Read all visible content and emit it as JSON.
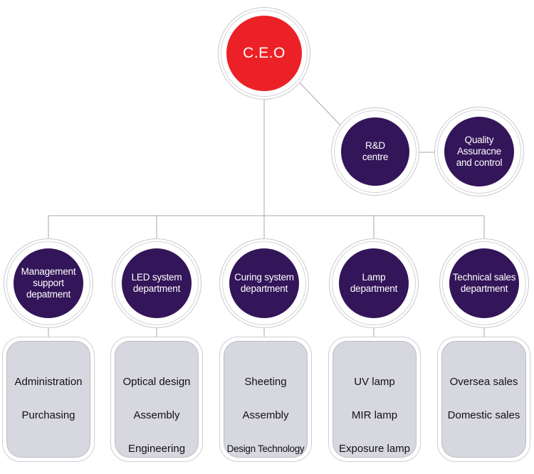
{
  "ceo": {
    "label": "C.E.O"
  },
  "rd": {
    "label": "R&D\ncentre"
  },
  "quality": {
    "label": "Quality\nAssuracne\nand control"
  },
  "departments": [
    {
      "key": "management",
      "label": "Management\nsupport\ndepatment",
      "items": [
        "Administration",
        "Purchasing"
      ]
    },
    {
      "key": "led",
      "label": "LED system\ndepartment",
      "items": [
        "Optical design",
        "Assembly",
        "Engineering"
      ]
    },
    {
      "key": "curing",
      "label": "Curing system\ndepartment",
      "items": [
        "Sheeting",
        "Assembly",
        "Design  Technology"
      ]
    },
    {
      "key": "lamp",
      "label": "Lamp\ndepartment",
      "items": [
        "UV lamp",
        "MIR lamp",
        "Exposure lamp"
      ]
    },
    {
      "key": "technical",
      "label": "Technical  sales\ndepartment",
      "items": [
        "Oversea sales",
        "Domestic sales"
      ]
    }
  ],
  "colors": {
    "ceo": "#ec2127",
    "department": "#331559",
    "box": "#d7d7e0",
    "connector": "#a9a9ad"
  }
}
